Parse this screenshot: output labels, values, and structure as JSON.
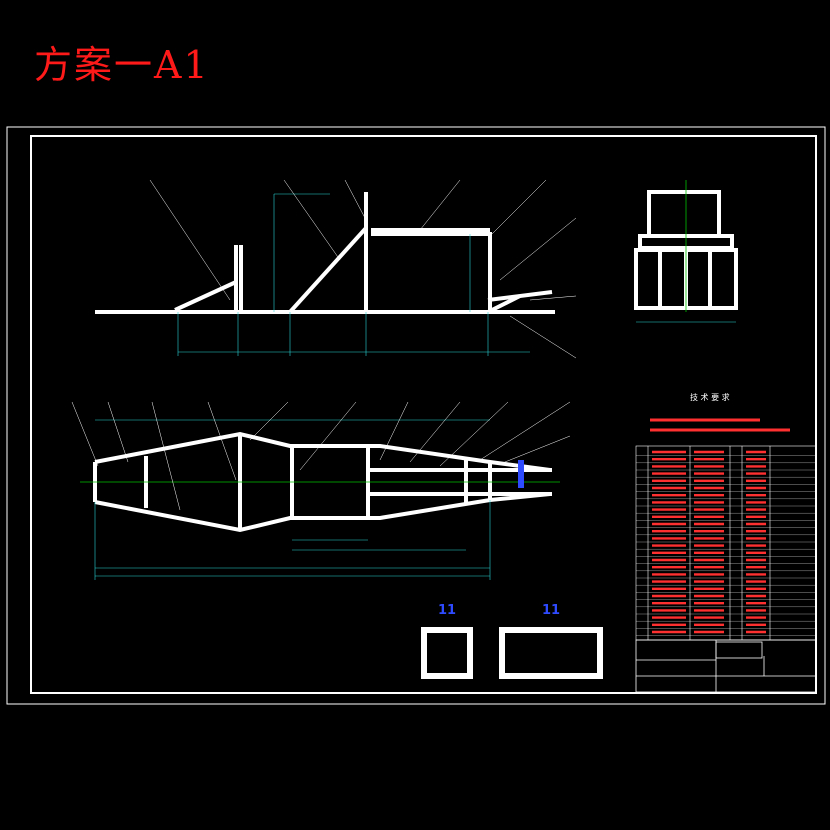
{
  "title": "方案一A1",
  "tech_requirements": {
    "heading": "技 术 要 求"
  },
  "section_labels": [
    "11",
    "11"
  ],
  "colors": {
    "frame": "#ffffff",
    "dimension": "#2bd6d6",
    "leader": "#ffffff",
    "label": "#ff3030",
    "title": "#ff1a1a",
    "section": "#2f4bff",
    "centerline": "#00c000"
  }
}
